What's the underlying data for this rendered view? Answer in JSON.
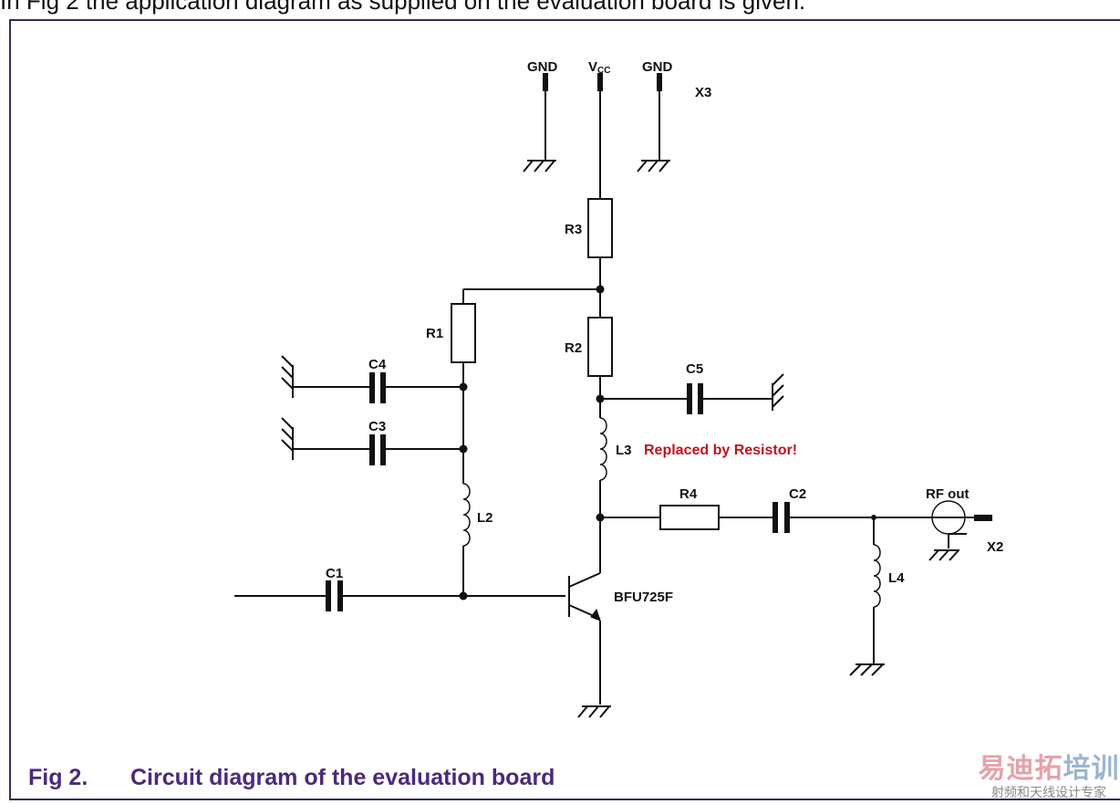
{
  "intro_text": "In Fig 2 the application diagram as supplied on the evaluation board is given.",
  "caption": {
    "number": "Fig 2.",
    "title": "Circuit diagram of the evaluation board"
  },
  "watermark": {
    "line1_part1": "易迪拓",
    "line1_part2": "培训",
    "line2": "射频和天线设计专家"
  },
  "schematic": {
    "connector_x3": {
      "pins": [
        "GND",
        "V",
        "GND"
      ],
      "vcc_subscript": "CC",
      "label": "X3"
    },
    "components": {
      "R1": "R1",
      "R2": "R2",
      "R3": "R3",
      "R4": "R4",
      "C1": "C1",
      "C2": "C2",
      "C3": "C3",
      "C4": "C4",
      "C5": "C5",
      "L2": "L2",
      "L3": "L3",
      "L4": "L4",
      "transistor": "BFU725F"
    },
    "output": {
      "label": "RF out",
      "connector": "X2"
    },
    "annotation": {
      "text": "Replaced by Resistor!",
      "color": "#c0141c"
    }
  }
}
